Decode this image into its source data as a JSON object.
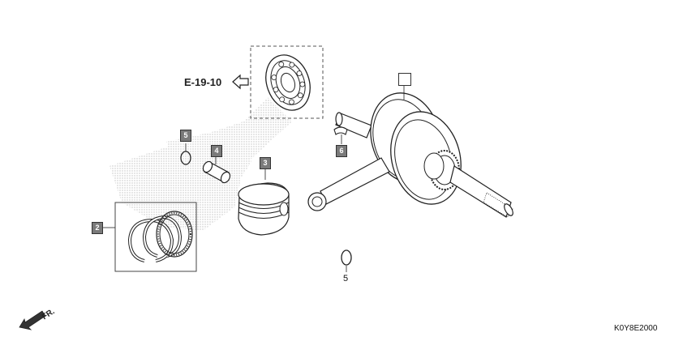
{
  "reference": {
    "label": "E-19-10"
  },
  "callouts": [
    {
      "id": "2",
      "text": "2"
    },
    {
      "id": "3",
      "text": "3"
    },
    {
      "id": "4",
      "text": "4"
    },
    {
      "id": "5",
      "text": "5"
    },
    {
      "id": "6",
      "text": "6"
    }
  ],
  "plain_label_5": "5",
  "front_label": "FR.",
  "diagram_code": "K0Y8E2000",
  "icons": {
    "reference_arrow": "left-outline-arrow-icon",
    "front_arrow": "front-direction-arrow-icon"
  }
}
